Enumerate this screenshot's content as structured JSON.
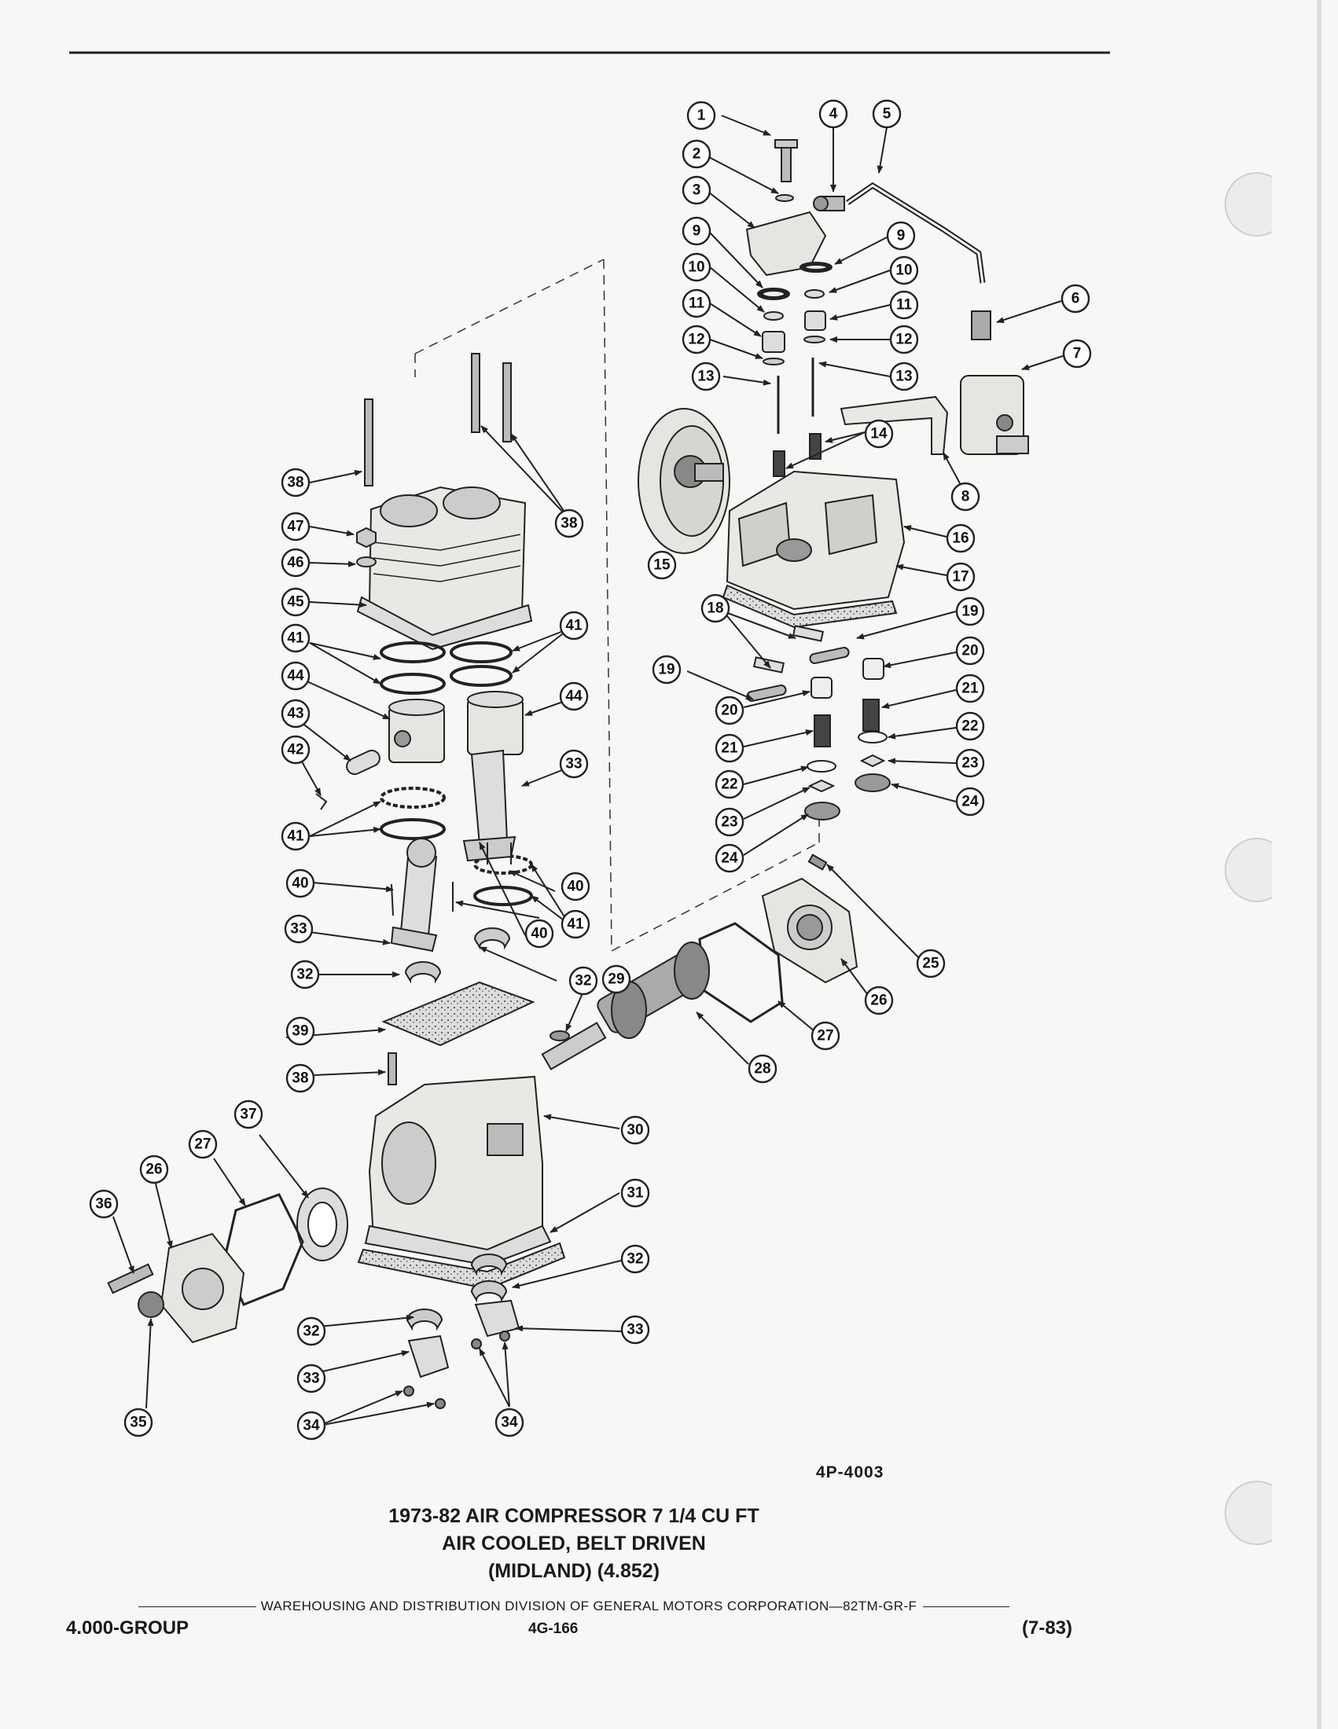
{
  "figure_number": "4P-4003",
  "caption": {
    "line1": "1973-82 AIR COMPRESSOR 7 1/4 CU FT",
    "line2": "AIR COOLED, BELT DRIVEN",
    "line3": "(MIDLAND) (4.852)"
  },
  "footer": {
    "publisher_line": "WAREHOUSING AND DISTRIBUTION  DIVISION OF GENERAL MOTORS CORPORATION—82TM-GR-F",
    "group": "4.000-GROUP",
    "page": "4G-166",
    "date": "(7-83)"
  },
  "callout_labels": [
    "1",
    "2",
    "3",
    "4",
    "5",
    "6",
    "7",
    "8",
    "9",
    "9",
    "10",
    "10",
    "11",
    "11",
    "12",
    "12",
    "13",
    "13",
    "14",
    "15",
    "16",
    "17",
    "18",
    "19",
    "19",
    "20",
    "20",
    "21",
    "21",
    "22",
    "22",
    "23",
    "23",
    "24",
    "24",
    "25",
    "26",
    "26",
    "27",
    "27",
    "28",
    "29",
    "30",
    "31",
    "32",
    "32",
    "32",
    "32",
    "33",
    "33",
    "33",
    "33",
    "34",
    "34",
    "35",
    "36",
    "37",
    "38",
    "38",
    "38",
    "39",
    "40",
    "40",
    "40",
    "41",
    "41",
    "41",
    "41",
    "42",
    "43",
    "44",
    "44",
    "45",
    "46",
    "47"
  ]
}
